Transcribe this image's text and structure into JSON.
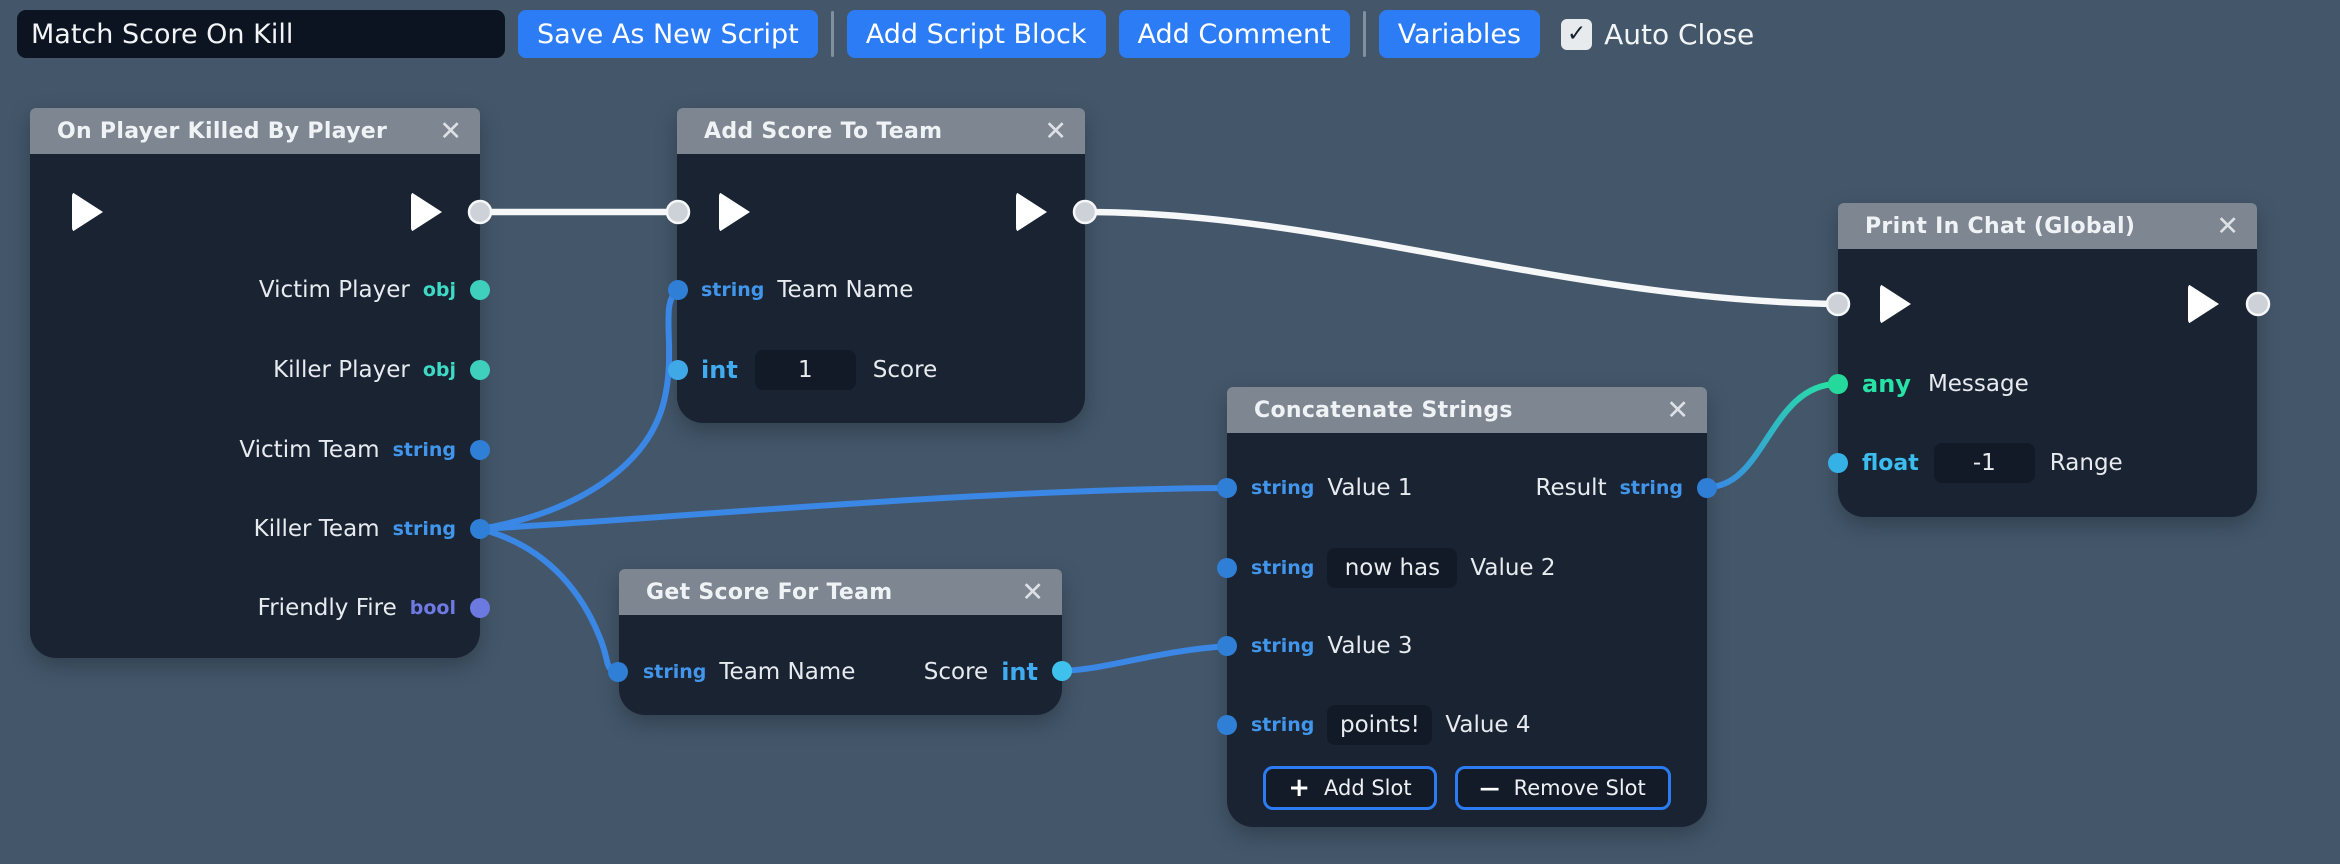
{
  "toolbar": {
    "script_name_value": "Match Score On Kill",
    "buttons": {
      "save": "Save As New Script",
      "add_script_block": "Add Script Block",
      "add_comment": "Add Comment",
      "variables": "Variables"
    },
    "auto_close": {
      "label": "Auto Close",
      "checked": true
    }
  },
  "icons": {
    "close": "✕",
    "check": "✓",
    "plus": "+",
    "minus": "—",
    "play": "▶"
  },
  "colors": {
    "accent_blue": "#2b7cf5",
    "wire_data_blue": "#3a87e6",
    "wire_exec_white": "#f5f7f8",
    "type_obj": "#3ddbc6",
    "type_string": "#4196ec",
    "type_int": "#41abf0",
    "type_float": "#3cbdf0",
    "type_bool": "#6e7ae2",
    "type_any": "#27e3a5",
    "node_header": "#868f99",
    "node_body": "#171f2e"
  },
  "nodes": {
    "on_player_killed_by_player": {
      "title": "On Player Killed By Player",
      "outputs": [
        {
          "label": "Victim Player",
          "type": "obj"
        },
        {
          "label": "Killer Player",
          "type": "obj"
        },
        {
          "label": "Victim Team",
          "type": "string"
        },
        {
          "label": "Killer Team",
          "type": "string"
        },
        {
          "label": "Friendly Fire",
          "type": "bool"
        }
      ]
    },
    "add_score_to_team": {
      "title": "Add Score To Team",
      "inputs": [
        {
          "type": "string",
          "label": "Team Name"
        },
        {
          "type": "int",
          "value": "1",
          "label": "Score"
        }
      ]
    },
    "get_score_for_team": {
      "title": "Get Score For Team",
      "input": {
        "type": "string",
        "label": "Team Name"
      },
      "output": {
        "label": "Score",
        "type": "int"
      }
    },
    "concatenate_strings": {
      "title": "Concatenate Strings",
      "inputs": [
        {
          "type": "string",
          "label": "Value 1"
        },
        {
          "type": "string",
          "value": "now has",
          "label": "Value 2"
        },
        {
          "type": "string",
          "label": "Value 3"
        },
        {
          "type": "string",
          "value": "points!",
          "label": "Value 4"
        }
      ],
      "output": {
        "label": "Result",
        "type": "string"
      },
      "buttons": {
        "add_slot": "Add Slot",
        "remove_slot": "Remove Slot"
      }
    },
    "print_in_chat_global": {
      "title": "Print In Chat (Global)",
      "inputs": [
        {
          "type": "any",
          "label": "Message"
        },
        {
          "type": "float",
          "value": "-1",
          "label": "Range"
        }
      ]
    }
  }
}
